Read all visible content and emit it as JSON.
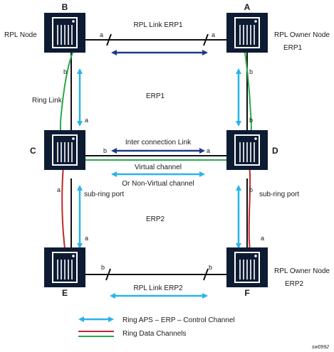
{
  "diagram": {
    "nodes": {
      "A": {
        "letter": "A",
        "label1": "RPL Owner Node",
        "label2": "ERP1"
      },
      "B": {
        "letter": "B",
        "label1": "RPL Node"
      },
      "C": {
        "letter": "C"
      },
      "D": {
        "letter": "D"
      },
      "E": {
        "letter": "E"
      },
      "F": {
        "letter": "F",
        "label1": "RPL Owner Node",
        "label2": "ERP2"
      }
    },
    "links": {
      "rpl_link_erp1": "RPL Link ERP1",
      "ring_link": "Ring Link",
      "erp1": "ERP1",
      "interconnection": "Inter connection Link",
      "virtual_channel_1": "Virtual channel",
      "virtual_channel_2": "Or Non-Virtual channel",
      "sub_ring_port_left": "sub-ring port",
      "sub_ring_port_right": "sub-ring port",
      "erp2": "ERP2",
      "rpl_link_erp2": "RPL Link ERP2"
    },
    "port_labels": {
      "a": "a",
      "b": "b"
    },
    "legend": {
      "aps": "Ring APS – ERP – Control Channel",
      "data": "Ring Data Channels"
    },
    "figure_id": "sw0992",
    "colors": {
      "node_fill": "#0d1b33",
      "link_black": "#111111",
      "aps_blue": "#29b5ea",
      "dark_blue": "#1f3a8a",
      "data_red": "#c0282d",
      "data_green": "#2aa84a"
    }
  }
}
